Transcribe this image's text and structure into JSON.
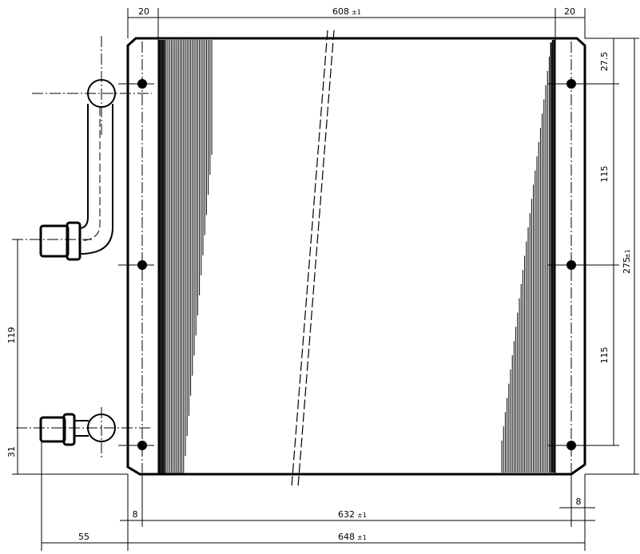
{
  "dimensions": {
    "top_left_flange": "20",
    "core_width": "608",
    "core_width_tol": "±1",
    "top_right_flange": "20",
    "right_top_offset": "27.5",
    "right_hole_pitch_1": "115",
    "right_hole_pitch_2": "115",
    "overall_height": "275",
    "overall_height_tol": "±1",
    "left_port_spacing": "119",
    "left_bottom_port": "31",
    "bottom_left_inset": "8",
    "hole_spacing_width": "632",
    "hole_spacing_tol": "±1",
    "bottom_right_inset": "8",
    "port_projection": "55",
    "overall_width": "648",
    "overall_width_tol": "±1"
  }
}
